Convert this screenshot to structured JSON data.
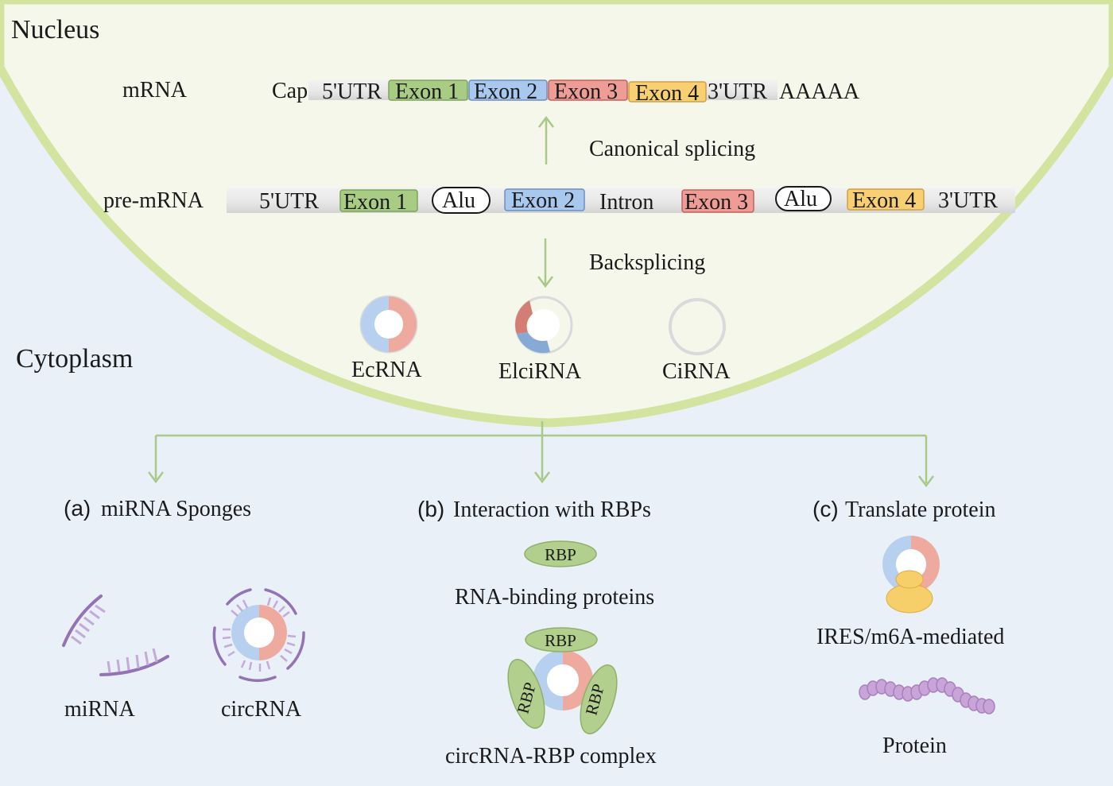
{
  "nucleus_label": "Nucleus",
  "cytoplasm_label": "Cytoplasm",
  "mrna": {
    "label": "mRNA",
    "cap": "Cap",
    "utr5": "5'UTR",
    "exon1": "Exon 1",
    "exon2": "Exon 2",
    "exon3": "Exon 3",
    "exon4": "Exon 4",
    "utr3": "3'UTR",
    "polya": "AAAAA"
  },
  "canonical_splicing": "Canonical splicing",
  "premrna": {
    "label": "pre-mRNA",
    "utr5": "5'UTR",
    "exon1": "Exon 1",
    "alu1": "Alu",
    "exon2": "Exon 2",
    "intron": "Intron",
    "exon3": "Exon 3",
    "alu2": "Alu",
    "exon4": "Exon 4",
    "utr3": "3'UTR"
  },
  "backsplicing": "Backsplicing",
  "circ_types": {
    "ecrna": "EcRNA",
    "elcirna": "ElciRNA",
    "cirna": "CiRNA"
  },
  "panel_a": {
    "letter": "(a)",
    "title": "miRNA Sponges",
    "mirna_label": "miRNA",
    "circrna_label": "circRNA"
  },
  "panel_b": {
    "letter": "(b)",
    "title": "Interaction with RBPs",
    "rbp": "RBP",
    "rbp_caption": "RNA-binding proteins",
    "rbp_top": "RBP",
    "rbp_left": "RBP",
    "rbp_right": "RBP",
    "complex_caption": "circRNA-RBP complex"
  },
  "panel_c": {
    "letter": "(c)",
    "title": "Translate protein",
    "ires_caption": "IRES/m6A-mediated",
    "protein_caption": "Protein"
  },
  "colors": {
    "background": "#eaf0f8",
    "nucleus_fill": "#f5f7ea",
    "nucleus_border": "#d3e4a0",
    "exon1": "#a9cc84",
    "exon2": "#a9c8ee",
    "exon3": "#ee9d96",
    "exon4": "#f8cf73",
    "circ_blue": "#b7d0ef",
    "circ_pink": "#efaaa0",
    "mirna_purple": "#9373b3",
    "rbp_green": "#b3cf8e",
    "protein_purple": "#c9a4d8",
    "ribosome_yellow": "#f7cf6a"
  }
}
